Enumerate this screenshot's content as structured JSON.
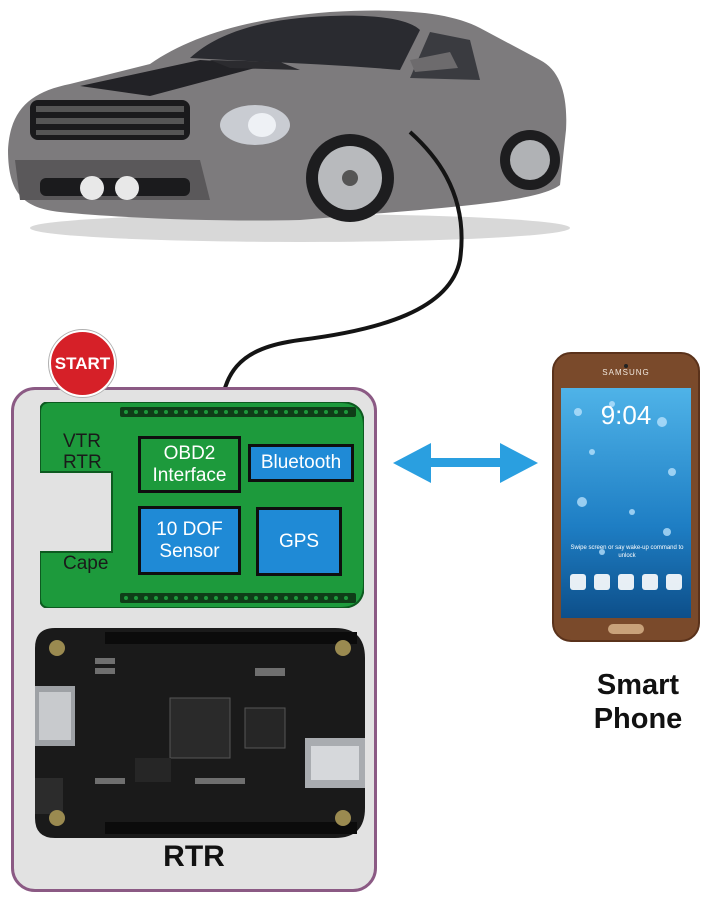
{
  "start_badge": "START",
  "cape": {
    "label_line1": "VTR",
    "label_line2": "RTR",
    "label_line3": "Cape",
    "modules": {
      "obd2_line1": "OBD2",
      "obd2_line2": "Interface",
      "bluetooth": "Bluetooth",
      "dof_line1": "10 DOF",
      "dof_line2": "Sensor",
      "gps": "GPS"
    }
  },
  "board_label": "RTR",
  "phone": {
    "label_line1": "Smart",
    "label_line2": "Phone",
    "brand": "SAMSUNG",
    "clock": "9:04",
    "unlock_hint": "Swipe screen or say wake-up command to unlock"
  },
  "colors": {
    "cape_green": "#1d9a3c",
    "module_blue": "#1f8ad6",
    "arrow_blue": "#2a9fe0",
    "start_red": "#d62028",
    "frame_purple": "#8b5a84"
  }
}
